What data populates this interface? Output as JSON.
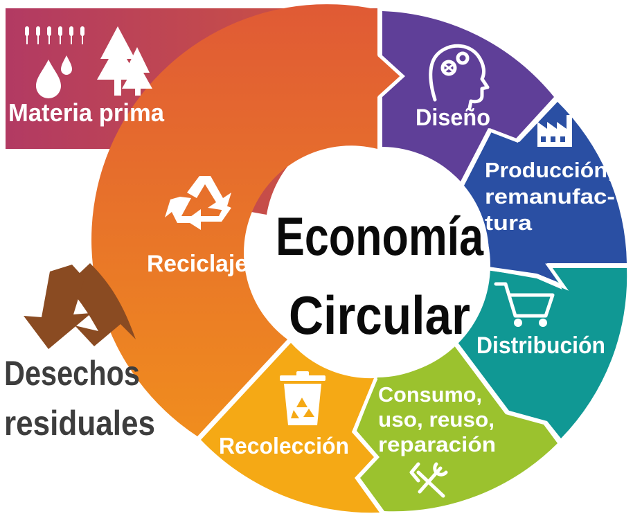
{
  "center": {
    "line1": "Economía",
    "line2": "Circular"
  },
  "stages": [
    {
      "label": "Materia prima",
      "icon": "raw-materials-icon",
      "color": "#b5395f"
    },
    {
      "label": "Diseño",
      "icon": "head-gears-icon",
      "color": "#5f3f98"
    },
    {
      "label_lines": [
        "Producción,",
        "remanufac-",
        "tura"
      ],
      "icon": "factory-icon",
      "color": "#2a4fa3"
    },
    {
      "label": "Distribución",
      "icon": "shopping-cart-icon",
      "color": "#109894"
    },
    {
      "label_lines": [
        "Consumo,",
        "uso, reuso,",
        "reparación"
      ],
      "icon": "tools-icon",
      "color": "#9bc22e"
    },
    {
      "label": "Recolección",
      "icon": "recycle-bin-icon",
      "color": "#f5a915"
    },
    {
      "label": "Reciclaje",
      "icon": "recycle-icon",
      "color": "#e46a2a"
    }
  ],
  "waste": {
    "lines": [
      "Desechos",
      "residuales"
    ],
    "icon": "down-arrow-icon",
    "color": "#8a4b22"
  }
}
